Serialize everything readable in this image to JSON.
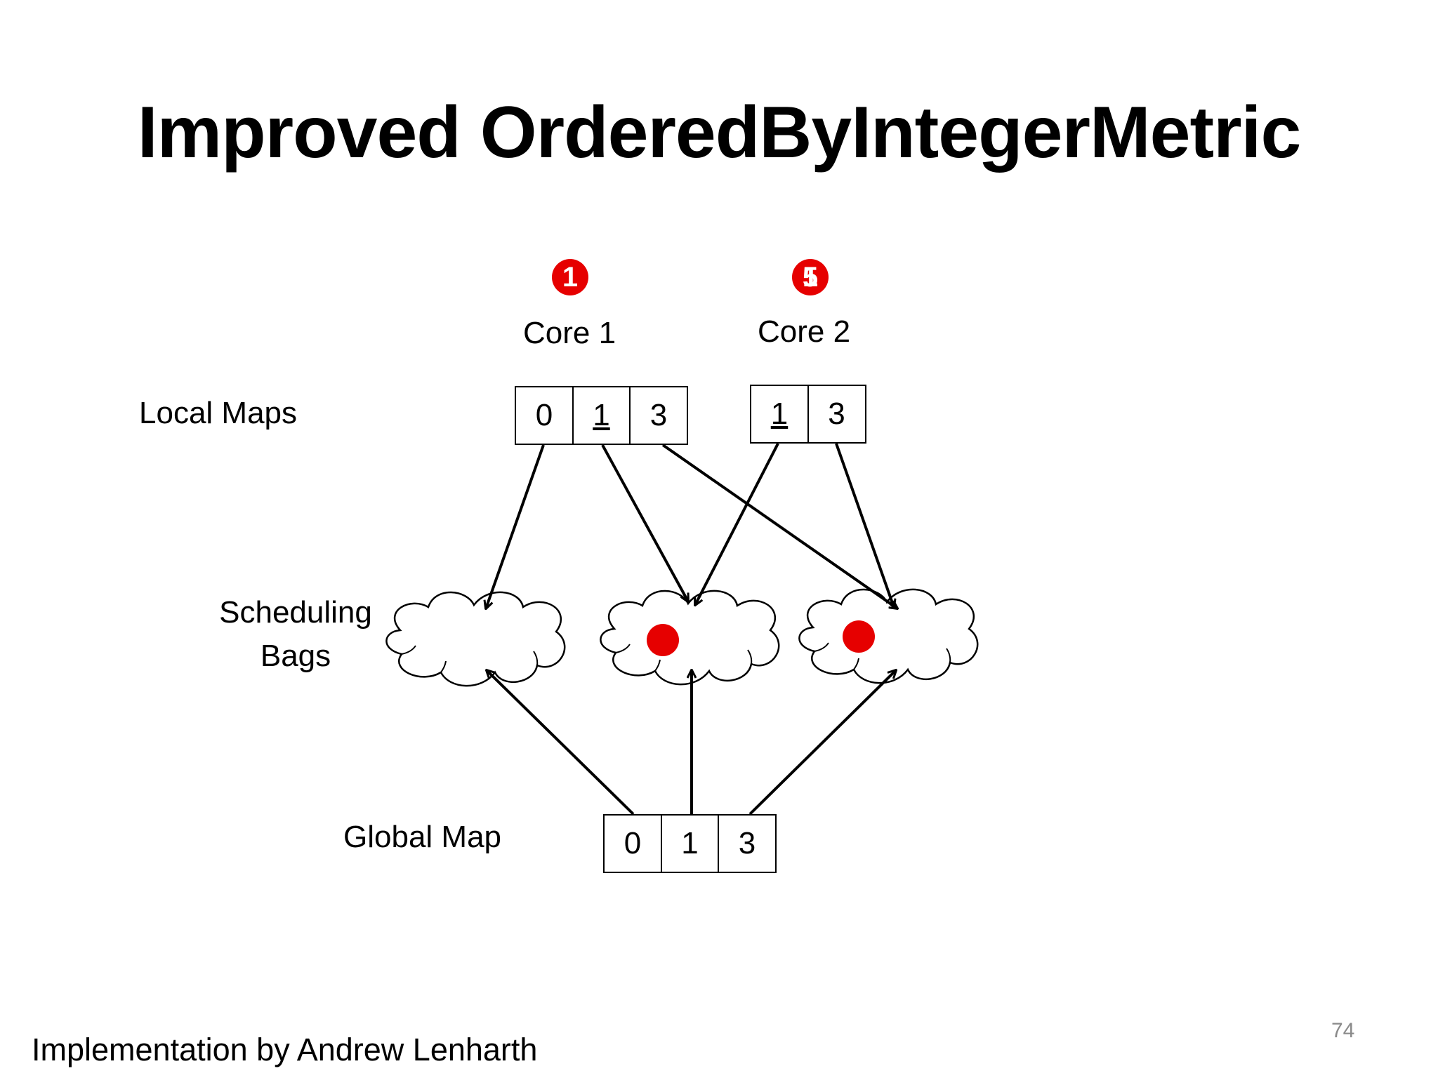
{
  "slide": {
    "title": "Improved OrderedByIntegerMetric",
    "footer": "Implementation by Andrew Lenharth",
    "page_number": "74"
  },
  "diagram": {
    "badges": {
      "core1": "1",
      "core2_a": "5",
      "core2_b": "1"
    },
    "cores": [
      "Core 1",
      "Core 2"
    ],
    "row_labels": {
      "local_maps": "Local Maps",
      "scheduling_line1": "Scheduling",
      "scheduling_line2": "Bags",
      "global_map": "Global Map"
    },
    "core1_map": [
      {
        "value": "0",
        "underlined": false
      },
      {
        "value": "1",
        "underlined": true
      },
      {
        "value": "3",
        "underlined": false
      }
    ],
    "core2_map": [
      {
        "value": "1",
        "underlined": true
      },
      {
        "value": "3",
        "underlined": false
      }
    ],
    "global_map": [
      {
        "value": "0",
        "underlined": false
      },
      {
        "value": "1",
        "underlined": false
      },
      {
        "value": "3",
        "underlined": false
      }
    ],
    "bags_with_task": [
      false,
      true,
      true
    ],
    "colors": {
      "accent_red": "#e60000",
      "line": "#000000"
    }
  }
}
